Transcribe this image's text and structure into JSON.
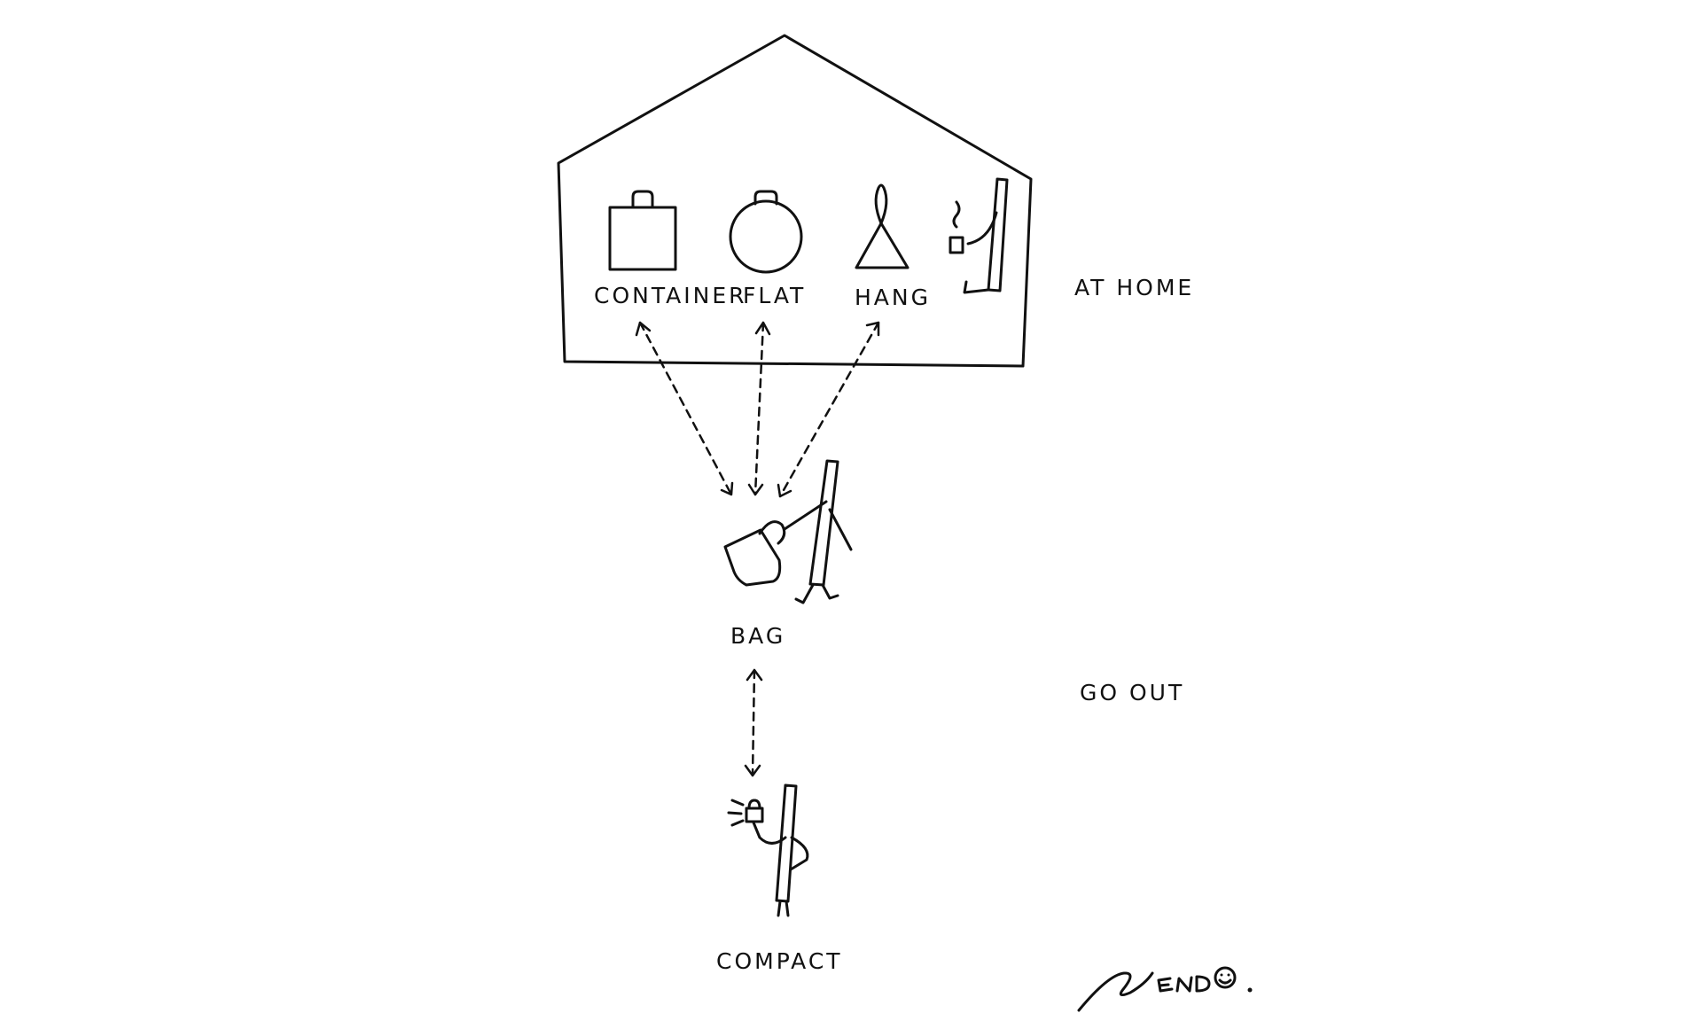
{
  "labels": {
    "container": "CONTAINER",
    "flat": "FLAT",
    "hang": "HANG",
    "at_home": "AT HOME",
    "bag": "BAG",
    "go_out": "GO OUT",
    "compact": "COMPACT"
  },
  "signature": "nendo"
}
